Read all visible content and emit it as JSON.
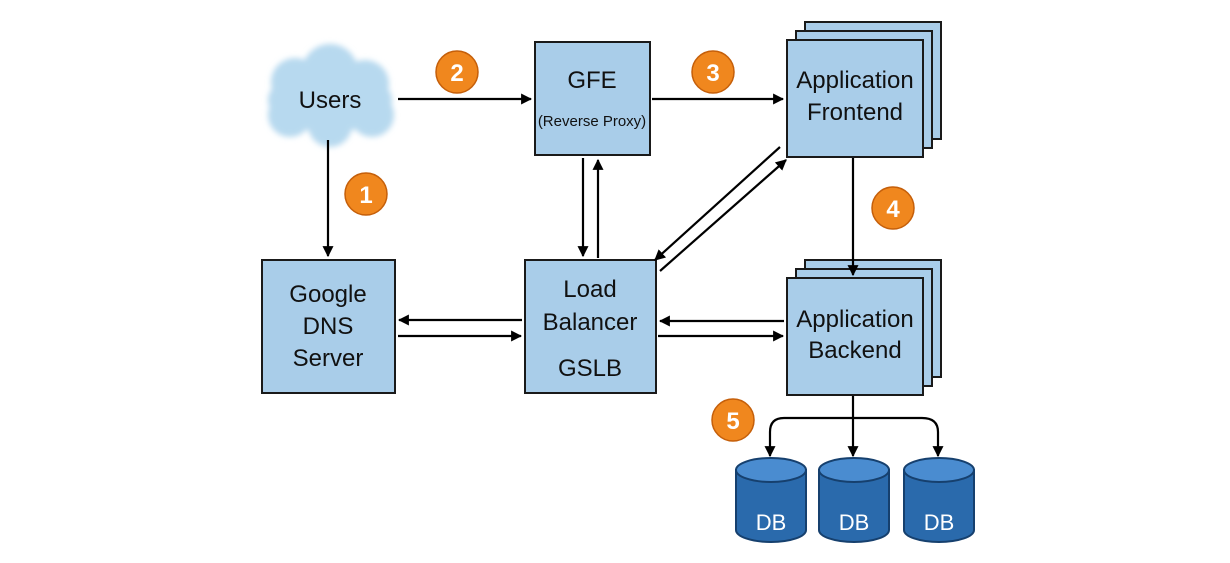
{
  "nodes": {
    "users": "Users",
    "gfe": {
      "title": "GFE",
      "subtitle": "(Reverse Proxy)"
    },
    "app_frontend": {
      "line1": "Application",
      "line2": "Frontend"
    },
    "google_dns": {
      "line1": "Google",
      "line2": "DNS",
      "line3": "Server"
    },
    "load_balancer": {
      "line1": "Load",
      "line2": "Balancer",
      "line3": "GSLB"
    },
    "app_backend": {
      "line1": "Application",
      "line2": "Backend"
    },
    "databases": [
      "DB",
      "DB",
      "DB"
    ]
  },
  "steps": [
    "1",
    "2",
    "3",
    "4",
    "5"
  ],
  "colors": {
    "box_fill": "#a9cde9",
    "badge": "#f0871e",
    "db": "#2a6aac",
    "cloud": "#b7d9ef"
  }
}
